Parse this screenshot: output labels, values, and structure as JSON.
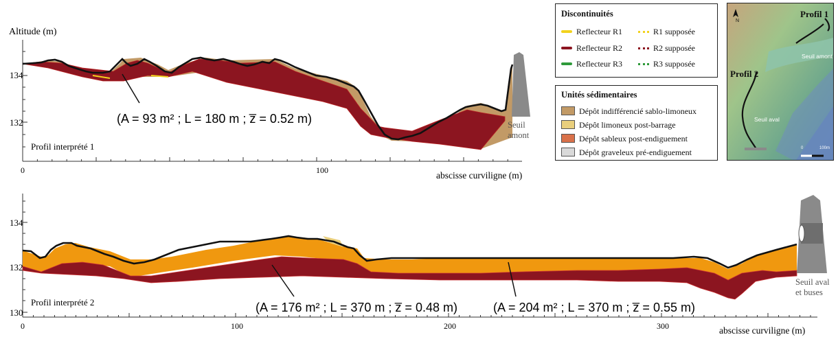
{
  "colors": {
    "r1": "#f2d21e",
    "r2": "#8c1520",
    "r3": "#2e9a3a",
    "unit_brown": "#c29a66",
    "unit_limon": "#e9cf7d",
    "unit_sable": "#d9714a",
    "unit_grav": "#d9d9d9",
    "orange_fill": "#f0980f",
    "red_fill": "#8c1520",
    "seuil": "#8a8a8a"
  },
  "profile1": {
    "label": "Profil interprété 1",
    "y_axis_title": "Altitude (m)",
    "x_axis_title": "abscisse curviligne (m)",
    "y_ticks": [
      "134",
      "132"
    ],
    "x_ticks": [
      "0",
      "100"
    ],
    "annotation": "(A =  93 m² ;  L = 180 m ;  z̅ = 0.52 m)",
    "seuil_label": [
      "Seuil",
      "amont"
    ]
  },
  "profile2": {
    "label": "Profil interprété 2",
    "x_axis_title": "abscisse curviligne (m)",
    "y_ticks": [
      "134",
      "132",
      "130"
    ],
    "x_ticks": [
      "0",
      "100",
      "200",
      "300"
    ],
    "annotation_left": "(A =  176 m² ;  L = 370 m ;  z̅ = 0.48 m)",
    "annotation_right": "(A =  204 m² ;  L = 370 m ;  z̅ = 0.55 m)",
    "seuil_label": [
      "Seuil aval",
      "et buses"
    ]
  },
  "legend_disc": {
    "title": "Discontinuités",
    "items": [
      {
        "label": "Reflecteur R1",
        "color_key": "r1"
      },
      {
        "label": "R1 supposée",
        "color_key": "r1"
      },
      {
        "label": "Reflecteur R2",
        "color_key": "r2"
      },
      {
        "label": "R2 supposée",
        "color_key": "r2"
      },
      {
        "label": "Reflecteur R3",
        "color_key": "r3"
      },
      {
        "label": "R3 supposée",
        "color_key": "r3"
      }
    ]
  },
  "legend_units": {
    "title": "Unités sédimentaires",
    "items": [
      {
        "label": "Dépôt indifférencié sablo-limoneux"
      },
      {
        "label": "Dépôt limoneux post-barrage"
      },
      {
        "label": "Dépôt sableux post-endiguement"
      },
      {
        "label": "Dépôt graveleux pré-endiguement"
      }
    ]
  },
  "map": {
    "north": "N",
    "profil1": "Profil 1",
    "profil2": "Profil 2",
    "seuil_amont": "Seuil amont",
    "seuil_aval": "Seuil aval",
    "scale_0": "0",
    "scale_100": "100m"
  }
}
